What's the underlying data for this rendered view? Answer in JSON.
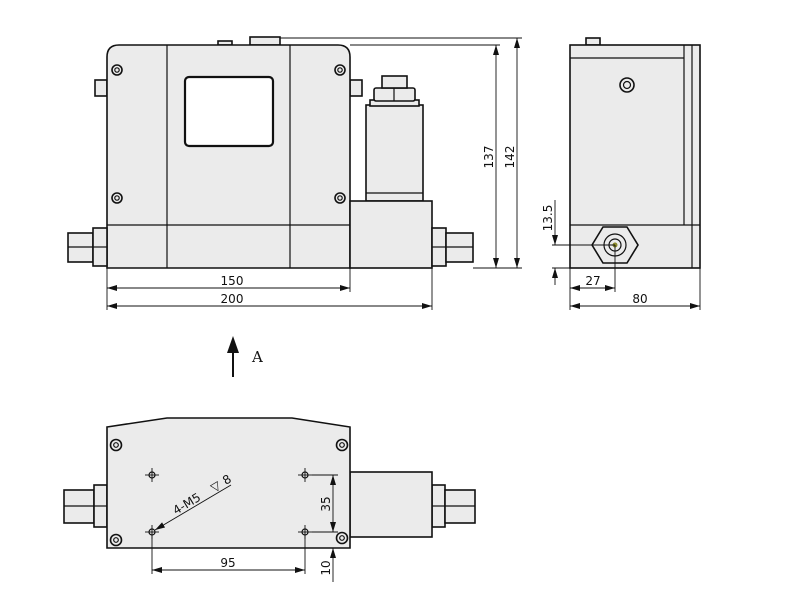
{
  "front_view": {
    "dim_width_body": "150",
    "dim_width_total": "200",
    "dim_height_body": "137",
    "dim_height_total": "142"
  },
  "side_view": {
    "dim_port_height": "13.5",
    "dim_port_offset": "27",
    "dim_depth": "80"
  },
  "view_marker": {
    "label": "A"
  },
  "bottom_view": {
    "hole_callout": "4-M5",
    "hole_depth": "8",
    "dim_hole_spacing_x": "95",
    "dim_hole_spacing_y": "35",
    "dim_hole_edge": "10"
  },
  "colors": {
    "body_fill": "#ebebeb",
    "line": "#111111"
  }
}
